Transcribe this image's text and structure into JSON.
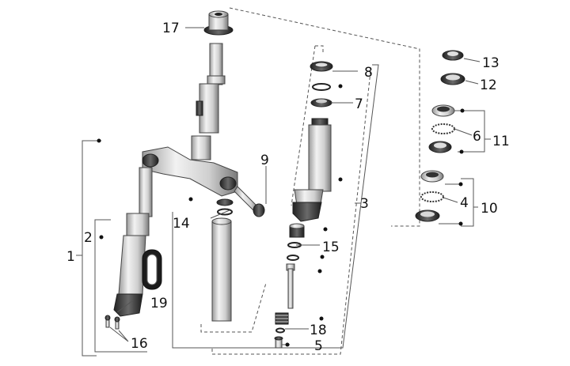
{
  "callouts": {
    "c1": "1",
    "c2": "2",
    "c3": "3",
    "c4": "4",
    "c5": "5",
    "c6": "6",
    "c7": "7",
    "c8": "8",
    "c9": "9",
    "c10": "10",
    "c11": "11",
    "c12": "12",
    "c13": "13",
    "c14": "14",
    "c15": "15",
    "c16": "16",
    "c17": "17",
    "c18": "18",
    "c19": "19"
  },
  "colors": {
    "line": "#555555",
    "text": "#111111",
    "background": "#ffffff",
    "metal_light": "#e6e6e6",
    "metal_dark": "#3a3a3a"
  }
}
